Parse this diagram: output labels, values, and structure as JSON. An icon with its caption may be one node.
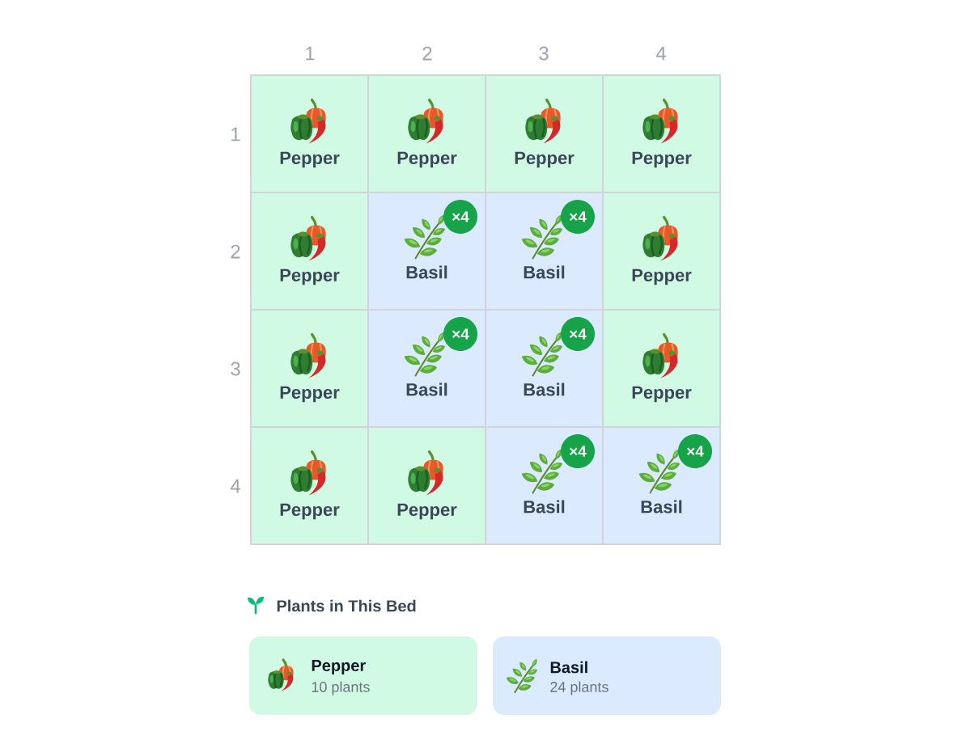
{
  "diagram": {
    "nodes": [
      {
        "text": [
          "Pepper"
        ]
      },
      {
        "text": [
          "Pepper"
        ]
      },
      {
        "text": [
          "Pepper"
        ]
      },
      {
        "text": [
          "Pepper"
        ]
      },
      {
        "text": [
          "Pepper"
        ]
      },
      {
        "text": [
          "Basil"
        ]
      },
      {
        "text": [
          "×4"
        ],
        "in": 5
      },
      {
        "text": [
          "Basil"
        ]
      },
      {
        "text": [
          "×4"
        ],
        "in": 7
      },
      {
        "text": [
          "Pepper"
        ]
      },
      {
        "text": [
          "Pepper"
        ]
      },
      {
        "text": [
          "Basil"
        ]
      },
      {
        "text": [
          "×4"
        ],
        "in": 11
      },
      {
        "text": [
          "Basil"
        ]
      },
      {
        "text": [
          "×4"
        ],
        "in": 13
      },
      {
        "text": [
          "Pepper"
        ]
      },
      {
        "text": [
          "Pepper"
        ]
      },
      {
        "text": [
          "Pepper"
        ]
      },
      {
        "text": [
          "Basil"
        ]
      },
      {
        "text": [
          "×4"
        ],
        "in": 18
      },
      {
        "text": [
          "Basil"
        ]
      },
      {
        "text": [
          "×4"
        ],
        "in": 20
      },
      {
        "text": [
          "Pepper",
          "10 plants"
        ]
      },
      {
        "text": [
          "Basil",
          "24 plants"
        ]
      }
    ],
    "labels": [
      "1",
      "2",
      "3",
      "4",
      "1",
      "2",
      "3",
      "4",
      "Plants in This Bed"
    ]
  }
}
